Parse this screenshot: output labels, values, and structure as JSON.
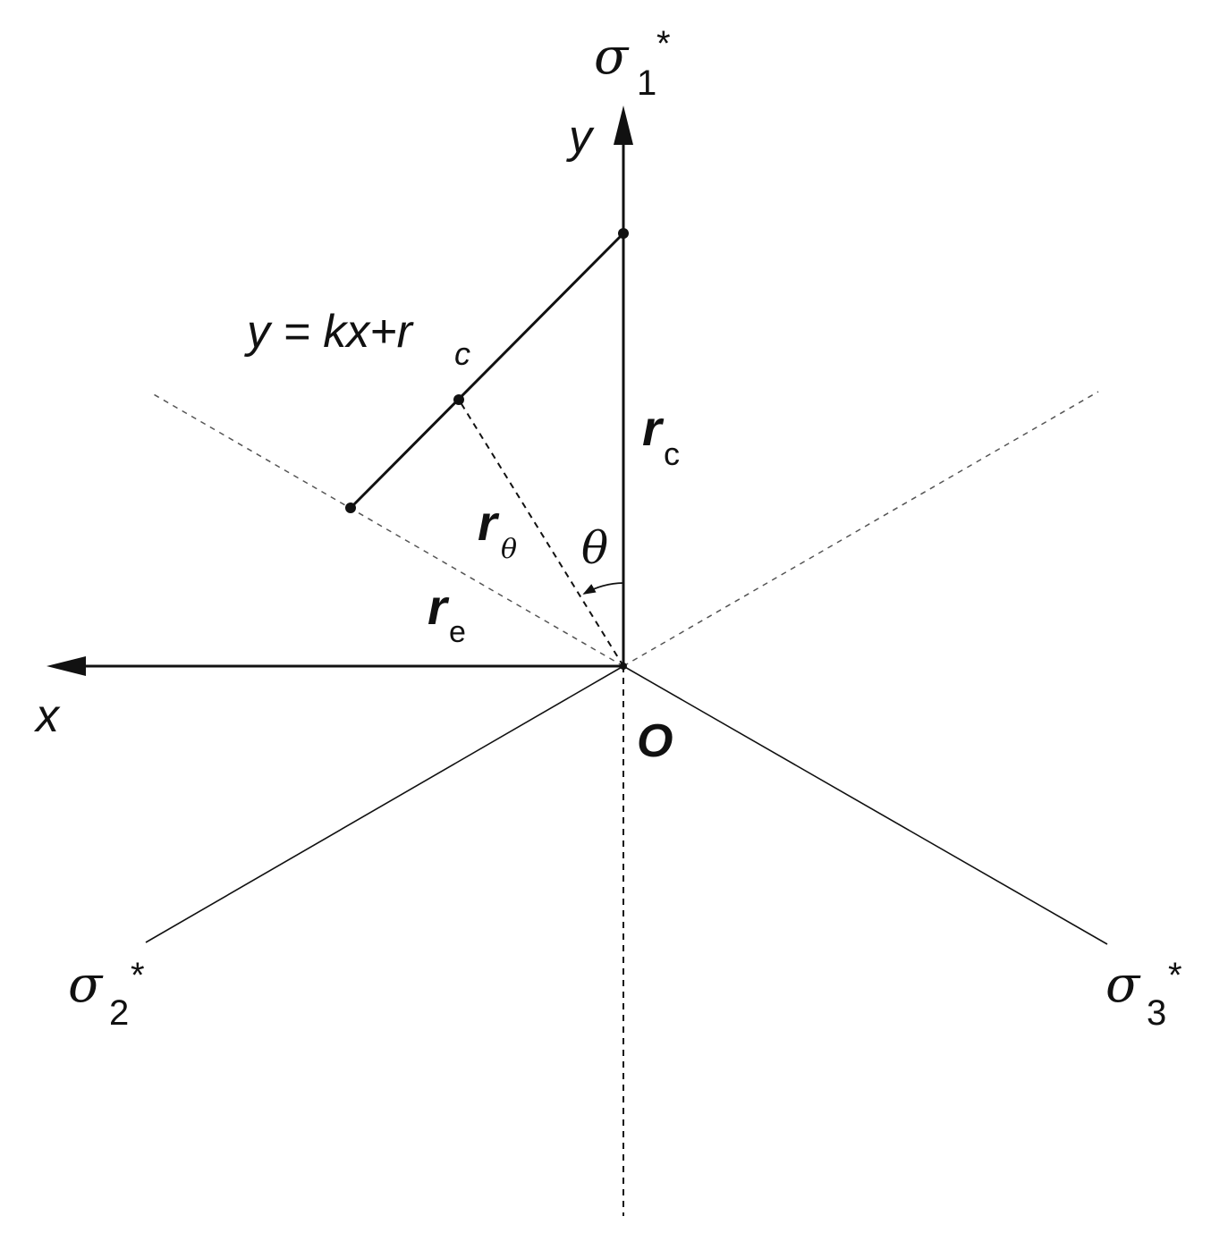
{
  "labels": {
    "sigma1": {
      "symbol": "σ",
      "sub": "1",
      "sup": "*"
    },
    "sigma2": {
      "symbol": "σ",
      "sub": "2",
      "sup": "*"
    },
    "sigma3": {
      "symbol": "σ",
      "sub": "3",
      "sup": "*"
    },
    "y_axis": "y",
    "x_axis": "x",
    "origin": "O",
    "line_eq": {
      "main": "y = kx+r",
      "sub": "c"
    },
    "rc": {
      "main": "r",
      "sub": "c"
    },
    "r_theta": {
      "main": "r",
      "sub": "θ"
    },
    "re": {
      "main": "r",
      "sub": "e"
    },
    "theta": "θ"
  },
  "colors": {
    "stroke": "#111111",
    "dashed": "#555555"
  }
}
